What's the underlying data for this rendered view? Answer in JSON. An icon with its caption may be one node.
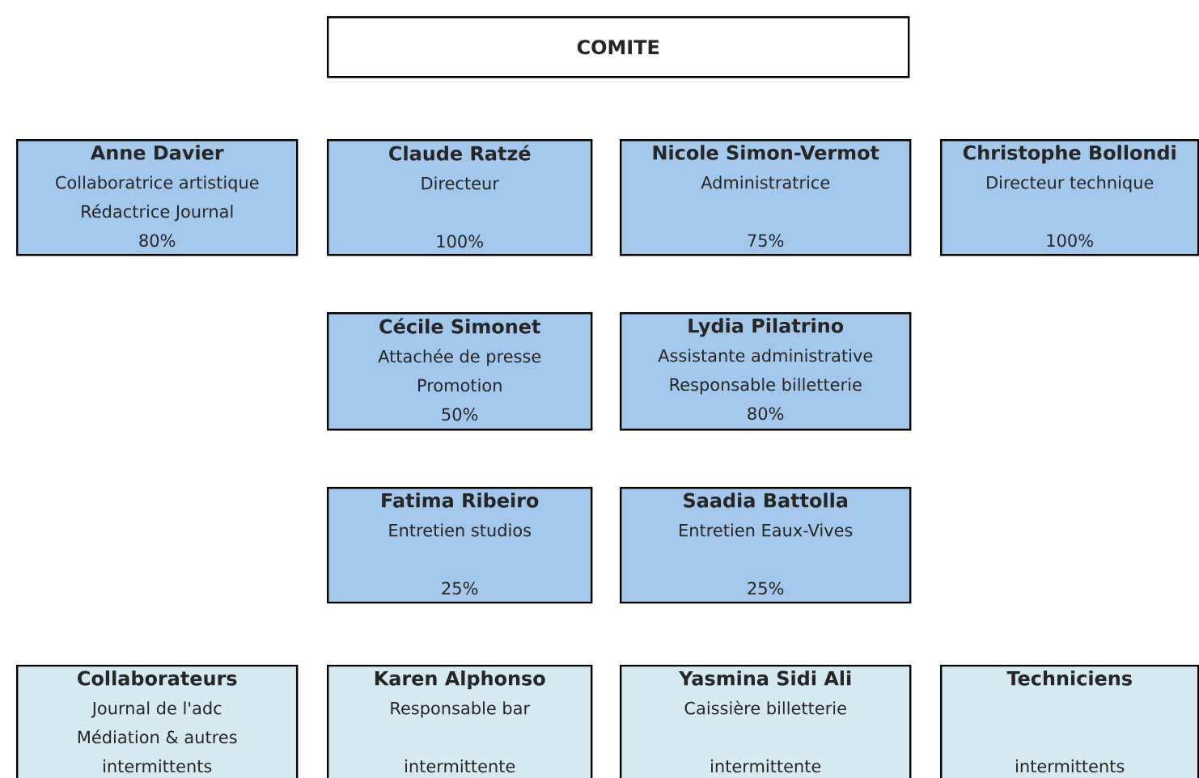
{
  "diagram": {
    "nodes": [
      {
        "text": [
          "COMITE"
        ]
      },
      {
        "text": [
          "Anne Davier",
          "Collaboratrice artistique",
          "Rédactrice Journal",
          "80%"
        ]
      },
      {
        "text": [
          "Claude Ratzé",
          "Directeur",
          "100%"
        ]
      },
      {
        "text": [
          "Nicole Simon-Vermot",
          "Administratrice",
          "75%"
        ]
      },
      {
        "text": [
          "Christophe Bollondi",
          "Directeur technique",
          "100%"
        ]
      },
      {
        "text": [
          "Cécile Simonet",
          "Attachée de presse",
          "Promotion",
          "50%"
        ]
      },
      {
        "text": [
          "Lydia Pilatrino",
          "Assistante administrative",
          "Responsable billetterie",
          "80%"
        ]
      },
      {
        "text": [
          "Fatima Ribeiro",
          "Entretien studios",
          "25%"
        ]
      },
      {
        "text": [
          "Saadia Battolla",
          "Entretien Eaux-Vives",
          "25%"
        ]
      },
      {
        "text": [
          "Collaborateurs",
          "Journal de l'adc",
          "Médiation & autres",
          "intermittents"
        ]
      },
      {
        "text": [
          "Karen Alphonso",
          "Responsable bar",
          "intermittente"
        ]
      },
      {
        "text": [
          "Yasmina Sidi Ali",
          "Caissière billetterie",
          "intermittente"
        ]
      },
      {
        "text": [
          "Techniciens",
          "intermittents"
        ]
      }
    ]
  }
}
